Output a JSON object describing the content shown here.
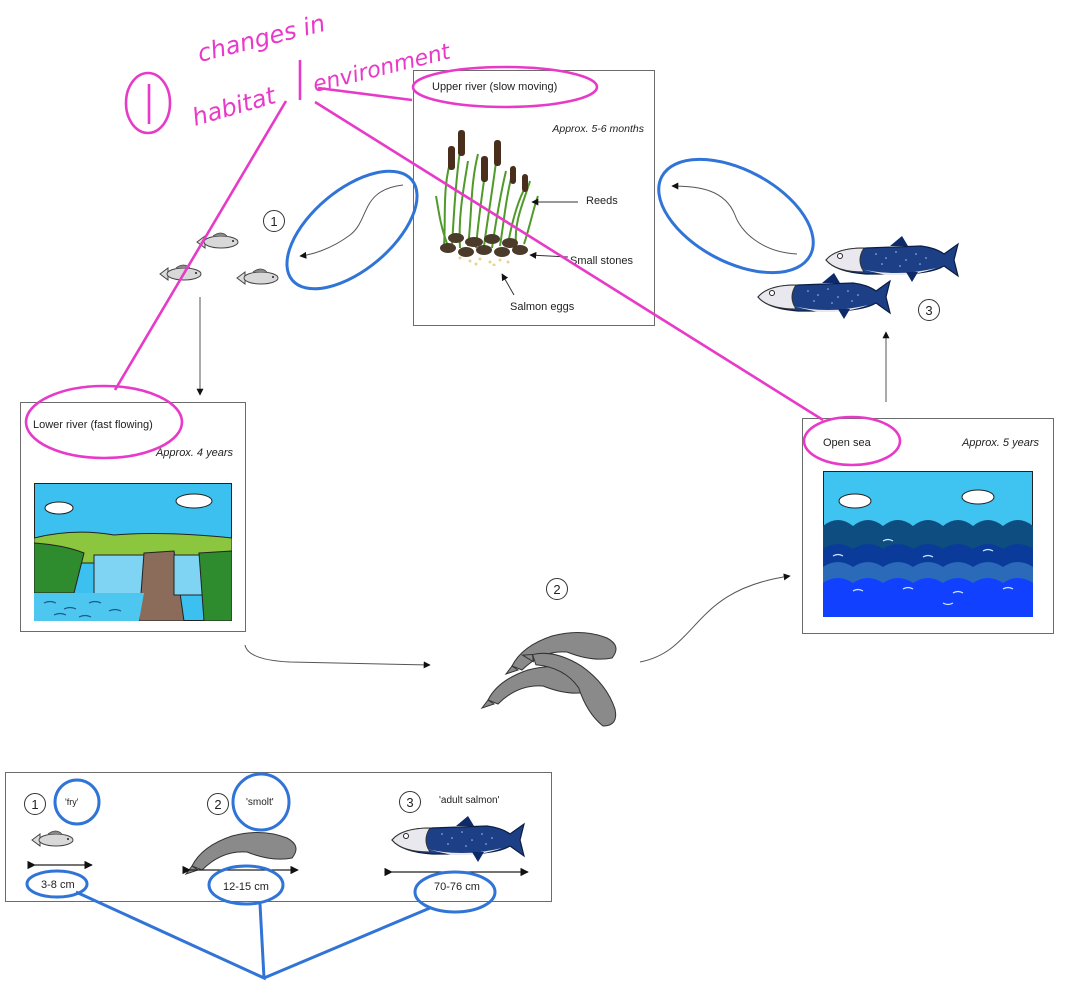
{
  "annotation": {
    "circled_number": "1",
    "line1": "changes in",
    "line2": "habitat | environment",
    "pink_color": "#e83ac8",
    "blue_color": "#2f74d6"
  },
  "stages": {
    "upper_river": {
      "title": "Upper river (slow moving)",
      "duration": "Approx. 5-6 months",
      "labels": {
        "reeds": "Reeds",
        "stones": "Small stones",
        "eggs": "Salmon eggs"
      }
    },
    "lower_river": {
      "title": "Lower river (fast flowing)",
      "duration": "Approx. 4 years"
    },
    "open_sea": {
      "title": "Open sea",
      "duration": "Approx. 5 years"
    }
  },
  "markers": {
    "fry": "1",
    "smolt": "2",
    "adult": "3"
  },
  "key": {
    "items": [
      {
        "number": "1",
        "name": "'fry'",
        "size": "3-8 cm"
      },
      {
        "number": "2",
        "name": "'smolt'",
        "size": "12-15 cm"
      },
      {
        "number": "3",
        "name": "'adult salmon'",
        "size": "70-76 cm"
      }
    ]
  }
}
